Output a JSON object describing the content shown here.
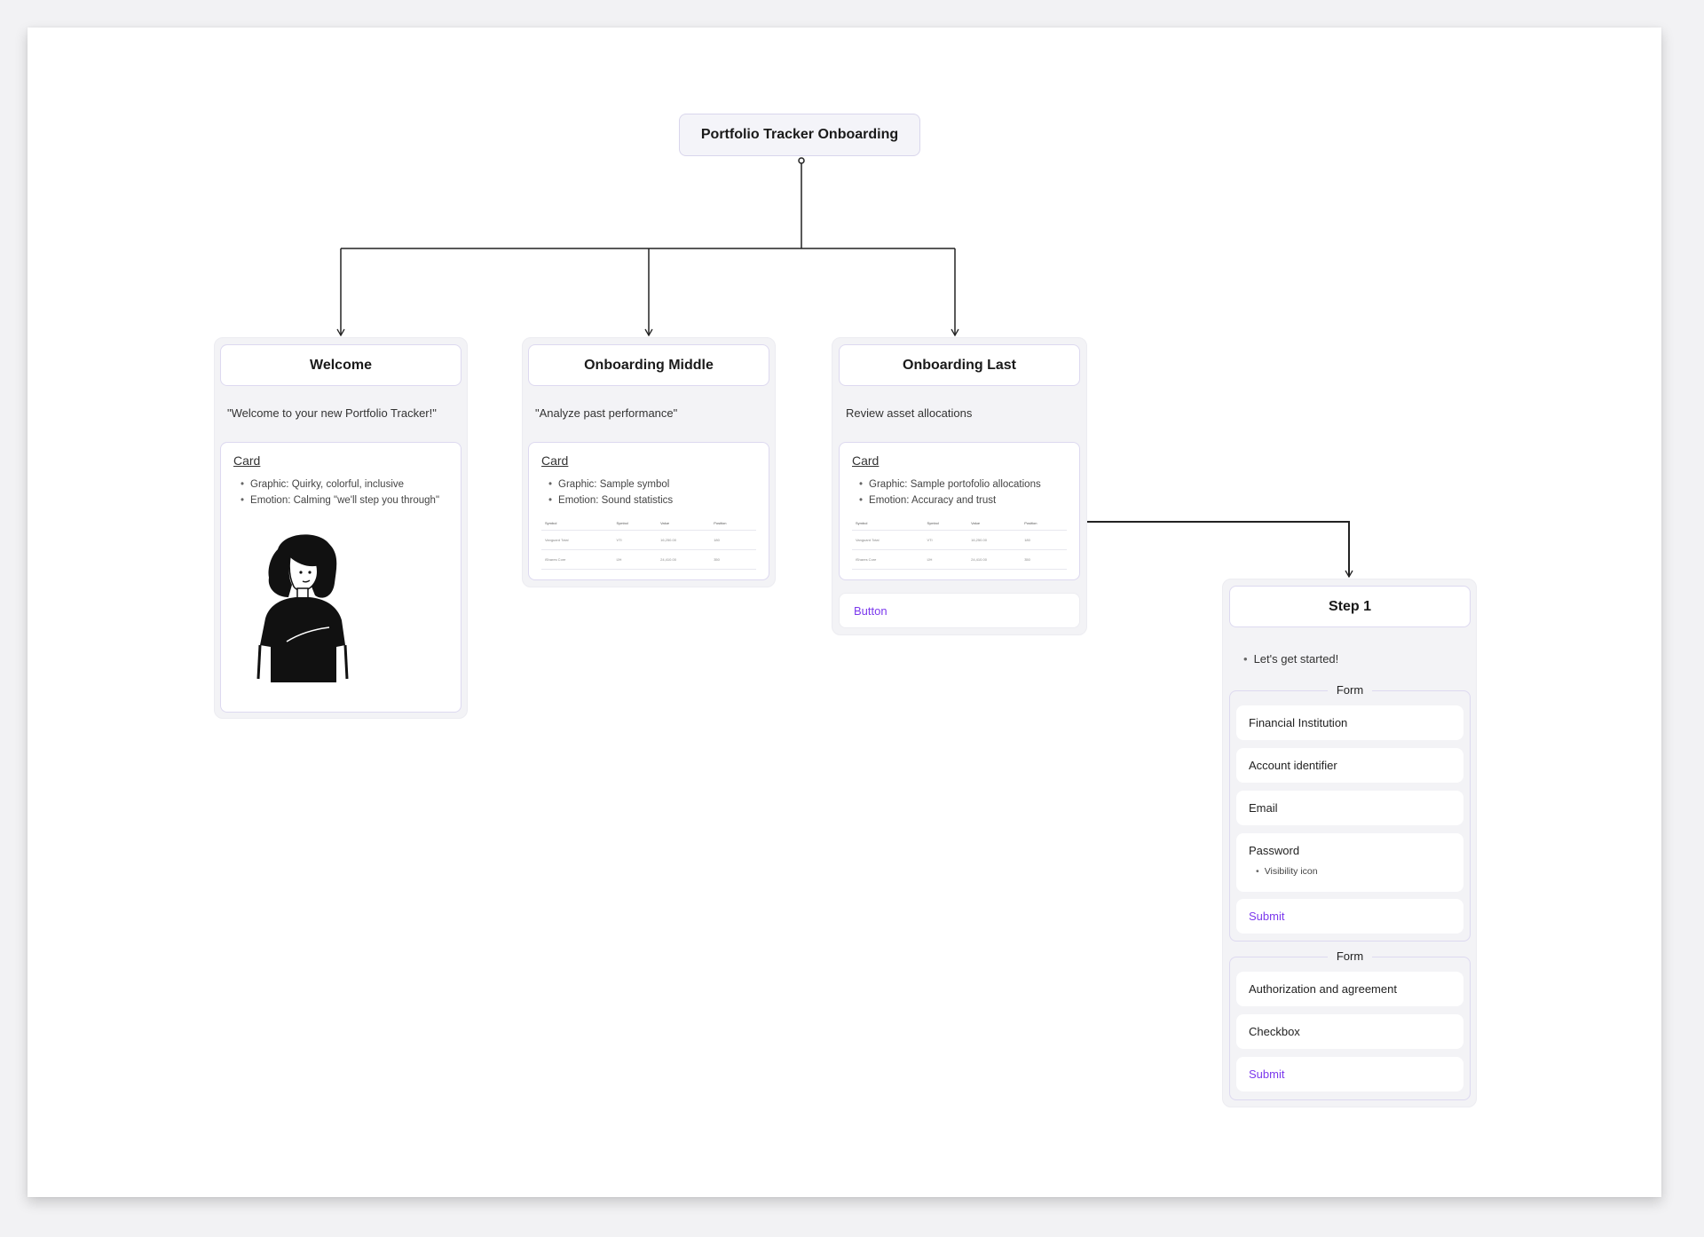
{
  "root": {
    "title": "Portfolio Tracker Onboarding"
  },
  "welcome": {
    "title": "Welcome",
    "quote": "\"Welcome to your new Portfolio Tracker!\"",
    "card": {
      "title": "Card",
      "bullets": [
        "Graphic: Quirky, colorful, inclusive",
        "Emotion: Calming \"we'll step you through\""
      ]
    }
  },
  "middle": {
    "title": "Onboarding Middle",
    "quote": "\"Analyze past performance\"",
    "card": {
      "title": "Card",
      "bullets": [
        "Graphic: Sample symbol",
        "Emotion: Sound statistics"
      ],
      "table": {
        "headers": [
          "Symbol",
          "Symbol",
          "Value",
          "Position"
        ],
        "rows": [
          [
            "Vanguard Total",
            "VTI",
            "16,250.00",
            "180"
          ],
          [
            "iShares Core",
            "IJH",
            "24,410.00",
            "350"
          ]
        ]
      }
    }
  },
  "last": {
    "title": "Onboarding Last",
    "quote": "Review asset allocations",
    "card": {
      "title": "Card",
      "bullets": [
        "Graphic: Sample portofolio allocations",
        "Emotion: Accuracy and trust"
      ],
      "table": {
        "headers": [
          "Symbol",
          "Symbol",
          "Value",
          "Position"
        ],
        "rows": [
          [
            "Vanguard Total",
            "VTI",
            "16,250.00",
            "180"
          ],
          [
            "iShares Core",
            "IJH",
            "24,410.00",
            "350"
          ]
        ]
      }
    },
    "button_label": "Button"
  },
  "step1": {
    "title": "Step 1",
    "bullet": "Let's get started!",
    "form1": {
      "title": "Form",
      "fields": [
        "Financial Institution",
        "Account identifier",
        "Email",
        "Password"
      ],
      "password_note": "Visibility icon",
      "submit": "Submit"
    },
    "form2": {
      "title": "Form",
      "fields": [
        "Authorization and agreement",
        "Checkbox"
      ],
      "submit": "Submit"
    }
  },
  "colors": {
    "accent": "#7c3aed",
    "border": "#ddd9f0",
    "group_bg": "#f3f3f6",
    "line": "#222222"
  }
}
